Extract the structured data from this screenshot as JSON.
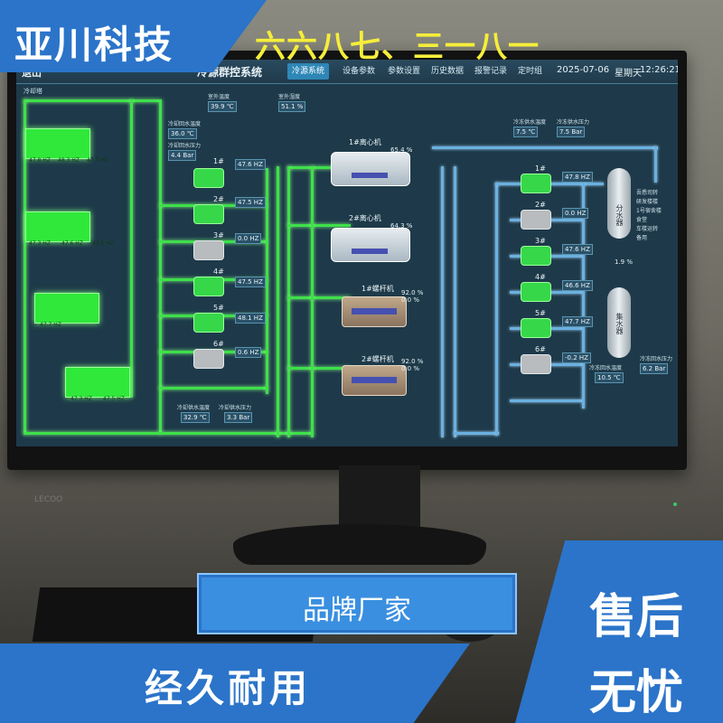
{
  "overlay": {
    "brand": "亚川科技",
    "slogan": "六六八七、三一八一",
    "middle_banner": "品牌厂家",
    "bottom_left": "经久耐用",
    "bottom_right_line1": "售后",
    "bottom_right_line2": "无忧"
  },
  "monitor": {
    "brand": "LECOO"
  },
  "hmi": {
    "back": "退出",
    "title": "冷源群控系统",
    "tabs": [
      "冷源系统",
      "设备参数",
      "参数设置",
      "历史数据",
      "报警记录",
      "定时组"
    ],
    "date": "2025-07-06",
    "weekday": "星期天",
    "time": "12:26:21",
    "cooling_tower_label": "冷却塔",
    "top_values": [
      {
        "label": "室外温度",
        "value": "39.9 ℃"
      },
      {
        "label": "室外湿度",
        "value": "51.1 %"
      },
      {
        "label": "冷却回水温度",
        "value": "36.0 ℃"
      },
      {
        "label": "冷却回水压力",
        "value": "4.4 Bar"
      }
    ],
    "tower_freqs": [
      "47.8 HZ",
      "48.3 HZ",
      "47.7 HZ",
      "47.3 HZ",
      "47.6 HZ",
      "47.5 HZ",
      "47.7 HZ",
      "47.3 HZ",
      "47.5 HZ"
    ],
    "cooling_pumps": [
      {
        "name": "1#",
        "freq": "47.6 HZ",
        "on": true
      },
      {
        "name": "2#",
        "freq": "47.5 HZ",
        "on": true
      },
      {
        "name": "3#",
        "freq": "0.0 HZ",
        "on": false
      },
      {
        "name": "4#",
        "freq": "47.5 HZ",
        "on": true
      },
      {
        "name": "5#",
        "freq": "48.1 HZ",
        "on": true
      },
      {
        "name": "6#",
        "freq": "0.6 HZ",
        "on": false
      }
    ],
    "chillers": [
      {
        "name": "1#离心机",
        "load": "65.4 %"
      },
      {
        "name": "2#离心机",
        "load": "64.3 %"
      },
      {
        "name": "1#螺杆机",
        "load": "92.0 %",
        "load2": "0.0 %"
      },
      {
        "name": "2#螺杆机",
        "load": "92.0 %",
        "load2": "0.0 %"
      }
    ],
    "chilled_values": [
      {
        "label": "冷冻供水温度",
        "value": "7.5 ℃"
      },
      {
        "label": "冷冻供水压力",
        "value": "7.5 Bar"
      }
    ],
    "chilled_pumps": [
      {
        "name": "1#",
        "freq": "47.8 HZ",
        "on": true
      },
      {
        "name": "2#",
        "freq": "0.0 HZ",
        "on": false
      },
      {
        "name": "3#",
        "freq": "47.6 HZ",
        "on": true
      },
      {
        "name": "4#",
        "freq": "46.6 HZ",
        "on": true
      },
      {
        "name": "5#",
        "freq": "47.7 HZ",
        "on": true
      },
      {
        "name": "6#",
        "freq": "-0.2 HZ",
        "on": false
      }
    ],
    "tank1": "分水器",
    "tank2": "集水器",
    "branches": [
      "吾悉司转",
      "研发楼楼",
      "1号宿舍楼",
      "食堂",
      "车楼运转",
      "备用"
    ],
    "bypass_pct": "1.9 %",
    "bottom_left_values": [
      {
        "label": "冷却供水温度",
        "value": "32.9 ℃"
      },
      {
        "label": "冷却供水压力",
        "value": "3.3 Bar"
      }
    ],
    "bottom_right_values": [
      {
        "label": "冷冻回水温度",
        "value": "10.5 ℃"
      },
      {
        "label": "冷冻回水压力",
        "value": "6.2 Bar"
      }
    ]
  }
}
